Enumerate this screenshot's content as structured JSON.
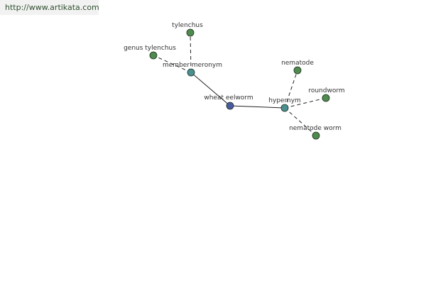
{
  "watermark": {
    "text": "http://www.artikata.com"
  },
  "colors": {
    "leaf": "#4f8a4f",
    "relation": "#4a9090",
    "root": "#4a5aa0",
    "edge": "#222222"
  },
  "nodes": [
    {
      "id": "wheat-eelworm",
      "label": "wheat eelworm",
      "kind": "root"
    },
    {
      "id": "member-meronym",
      "label": "member meronym",
      "kind": "relation"
    },
    {
      "id": "hypernym",
      "label": "hypernym",
      "kind": "relation"
    },
    {
      "id": "tylenchus",
      "label": "tylenchus",
      "kind": "leaf"
    },
    {
      "id": "genus-tylenchus",
      "label": "genus tylenchus",
      "kind": "leaf"
    },
    {
      "id": "nematode",
      "label": "nematode",
      "kind": "leaf"
    },
    {
      "id": "roundworm",
      "label": "roundworm",
      "kind": "leaf"
    },
    {
      "id": "nematode-worm",
      "label": "nematode worm",
      "kind": "leaf"
    }
  ],
  "edges": [
    {
      "from": "wheat-eelworm",
      "to": "member-meronym",
      "style": "solid"
    },
    {
      "from": "wheat-eelworm",
      "to": "hypernym",
      "style": "solid"
    },
    {
      "from": "member-meronym",
      "to": "tylenchus",
      "style": "dashed"
    },
    {
      "from": "member-meronym",
      "to": "genus-tylenchus",
      "style": "dashed"
    },
    {
      "from": "hypernym",
      "to": "nematode",
      "style": "dashed"
    },
    {
      "from": "hypernym",
      "to": "roundworm",
      "style": "dashed"
    },
    {
      "from": "hypernym",
      "to": "nematode-worm",
      "style": "dashed"
    }
  ]
}
